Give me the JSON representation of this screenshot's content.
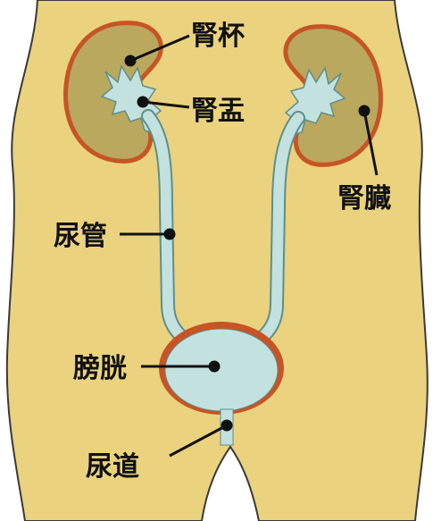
{
  "labels": {
    "calyx": "腎杯",
    "pelvis": "腎盂",
    "kidney": "腎臓",
    "ureter": "尿管",
    "bladder": "膀胱",
    "urethra": "尿道"
  },
  "colors": {
    "skin": "#EAD27E",
    "outline": "#3A3A3A",
    "kidney_cortex": "#B9A85E",
    "kidney_rim": "#C75424",
    "urine": "#C3E1DE",
    "urine_stroke": "#5E8F8C",
    "bladder_rim": "#C75424",
    "leader": "#111111"
  }
}
